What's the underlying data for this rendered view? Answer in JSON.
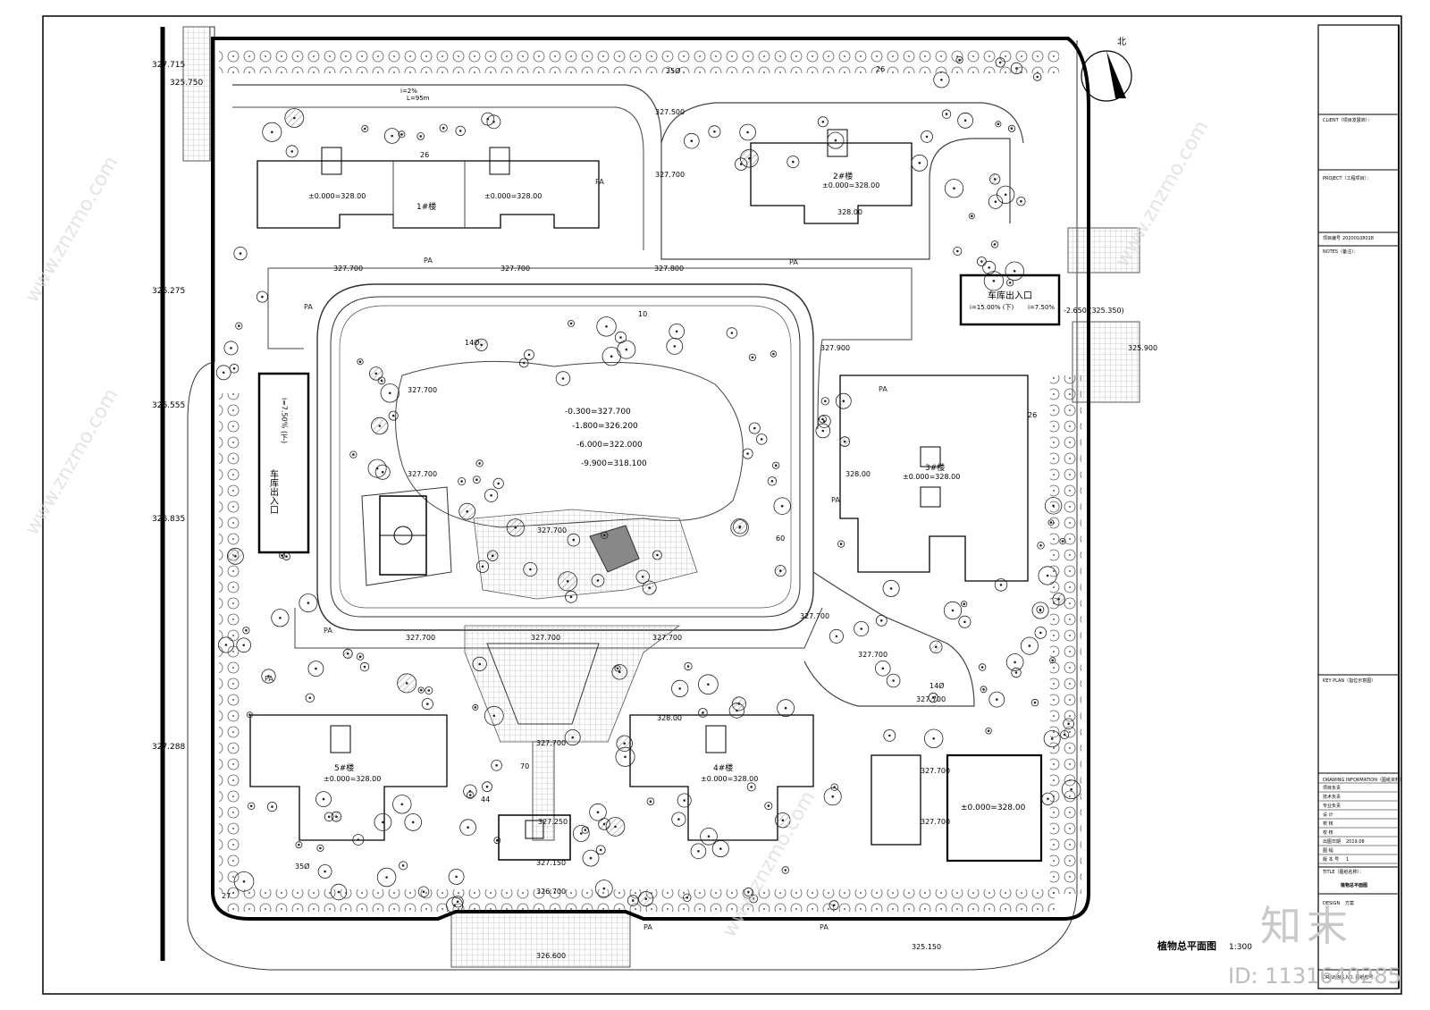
{
  "north_label": "北",
  "buildings": {
    "b1": "1#楼",
    "b2": "2#楼",
    "b3": "3#楼",
    "b4": "4#楼",
    "b5": "5#楼",
    "b6": "±0.000=328.00"
  },
  "datums": {
    "b2": "±0.000=328.00",
    "b3": "±0.000=328.00",
    "b4": "±0.000=328.00",
    "b5": "±0.000=328.00",
    "b1a": "±0.000=328.00",
    "b1b": "±0.000=328.00"
  },
  "garage_labels": {
    "west": "车库出入口",
    "east": "车库出入口"
  },
  "slopes": {
    "west": "i=7.50% (下)",
    "east1": "i=15.00% (下)",
    "east2": "i=7.50%",
    "top_i": "i=2%",
    "top_l": "L=95m"
  },
  "pond_levels": [
    "-0.300=327.700",
    "-1.800=326.200",
    "-6.000=322.000",
    "-9.900=318.100"
  ],
  "left_elevations": [
    "327.715",
    "325.750",
    "326.275",
    "326.555",
    "326.835",
    "327.288"
  ],
  "site_elevations": {
    "e1": "327.500",
    "e2": "327.700",
    "e3": "327.700",
    "e4": "327.700",
    "e5": "327.800",
    "e6": "327.900",
    "e7": "327.700",
    "e8": "327.700",
    "e9": "327.700",
    "e10": "327.700",
    "e11": "327.700",
    "e12": "327.700",
    "e13": "327.700",
    "e14": "327.700",
    "e15": "327.250",
    "e16": "327.150",
    "e17": "326.700",
    "e18": "326.600",
    "e19": "325.150",
    "e20": "325.900",
    "e21": "-2.650 (325.350)",
    "e22": "328.00",
    "e23": "328.00",
    "e24": "328.00",
    "e25": "327.700",
    "e26": "327.700",
    "e27": "327.700",
    "e28": "327.700"
  },
  "pa_label": "PA",
  "plant_codes": [
    "35Ø",
    "26",
    "14Ø",
    "10",
    "44",
    "70",
    "60",
    "27"
  ],
  "drawing_title": "植物总平面图",
  "drawing_scale": "1:300",
  "title_block": {
    "client": "CLIENT（项目发展商）：",
    "project": "PROJECT（工程项目）：",
    "proj_no_label": "项目编号",
    "proj_no": "20200108018",
    "notes": "NOTES（备注）：",
    "key_plan": "KEY PLAN（指位示意图）",
    "drawing_info": "DRAWING INFORMATION（图纸资料）",
    "rows": [
      "项目负责",
      "技术负责",
      "专业负责",
      "设    计",
      "校    核",
      "校    核",
      "出图日期",
      "图    幅",
      "版 本 号"
    ],
    "date": "2019.08",
    "version": "1",
    "title_label": "TITLE（图纸名称）：",
    "title_value": "植物总平面图",
    "design_label": "DESIGN",
    "design_stage": "方案",
    "sheet_no_label": "DRAWING NO. 图纸编号："
  },
  "watermark": {
    "brand": "知末",
    "id": "ID: 1131640285",
    "site": "www.znzmo.com"
  }
}
